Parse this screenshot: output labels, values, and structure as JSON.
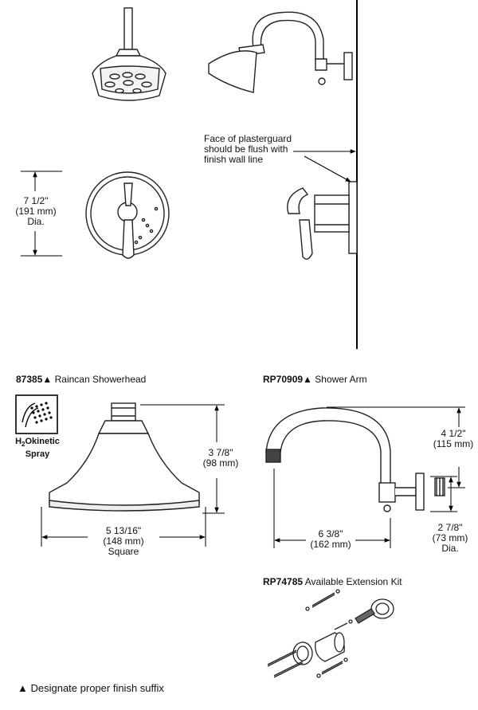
{
  "callouts": {
    "plasterguard": [
      "Face of plasterguard",
      "should be flush with",
      "finish wall line"
    ],
    "trim_diameter": [
      "7 1/2\"",
      "(191 mm)",
      "Dia."
    ]
  },
  "showerhead": {
    "model": "87385",
    "mark": "▲",
    "name": " Raincan Showerhead",
    "badge_line1_a": "H",
    "badge_line1_sub": "2",
    "badge_line1_b": "Okinetic",
    "badge_line2": "Spray",
    "height_dim": [
      "3 7/8\"",
      "(98 mm)"
    ],
    "width_dim": [
      "5 13/16\"",
      "(148 mm)",
      "Square"
    ]
  },
  "shower_arm": {
    "model": "RP70909",
    "mark": "▲",
    "name": " Shower Arm",
    "rise_dim": [
      "4 1/2\"",
      "(115 mm)"
    ],
    "reach_dim": [
      "6 3/8\"",
      "(162 mm)"
    ],
    "flange_dim": [
      "2 7/8\"",
      "(73 mm)",
      "Dia."
    ]
  },
  "extension_kit": {
    "model": "RP74785",
    "name": " Available Extension Kit"
  },
  "footnote": {
    "mark": "▲",
    "text": " Designate proper finish suffix"
  }
}
